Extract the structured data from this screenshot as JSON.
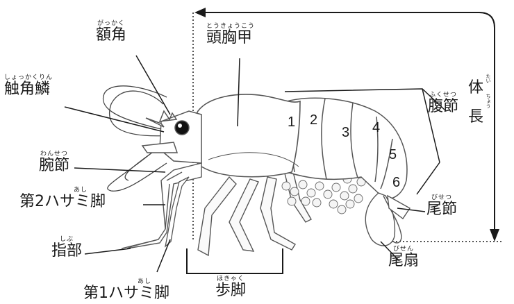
{
  "labels": {
    "gakkaku": {
      "ruby": "がっかく",
      "text": "額角"
    },
    "toukyoukou": {
      "ruby": "とうきょうこう",
      "text": "頭胸甲"
    },
    "shokkakurin": {
      "ruby": "しょっかくりん",
      "text": "触角鱗"
    },
    "fukusetsu": {
      "ruby": "ふくせつ",
      "text": "腹節"
    },
    "wansetsu": {
      "ruby": "わんせつ",
      "text": "腕節"
    },
    "dai2hasami": {
      "ruby": "あし",
      "text": "第2ハサミ脚"
    },
    "bisetsu": {
      "ruby": "びせつ",
      "text": "尾節"
    },
    "shibu": {
      "ruby": "しぶ",
      "text": "指部"
    },
    "bisen": {
      "ruby": "びせん",
      "text": "尾扇"
    },
    "hokyaku": {
      "ruby": "ほきゃく",
      "text": "歩脚"
    },
    "dai1hasami": {
      "ruby": "あし",
      "text": "第1ハサミ脚"
    }
  },
  "body_length": {
    "char1": "体",
    "char2": "長",
    "ruby1": "たい",
    "ruby2": "ちょう"
  },
  "segments": [
    "1",
    "2",
    "3",
    "4",
    "5",
    "6"
  ],
  "colors": {
    "ink": "#1a1a1a",
    "outline": "#555555",
    "shade": "#e8e8e8"
  }
}
